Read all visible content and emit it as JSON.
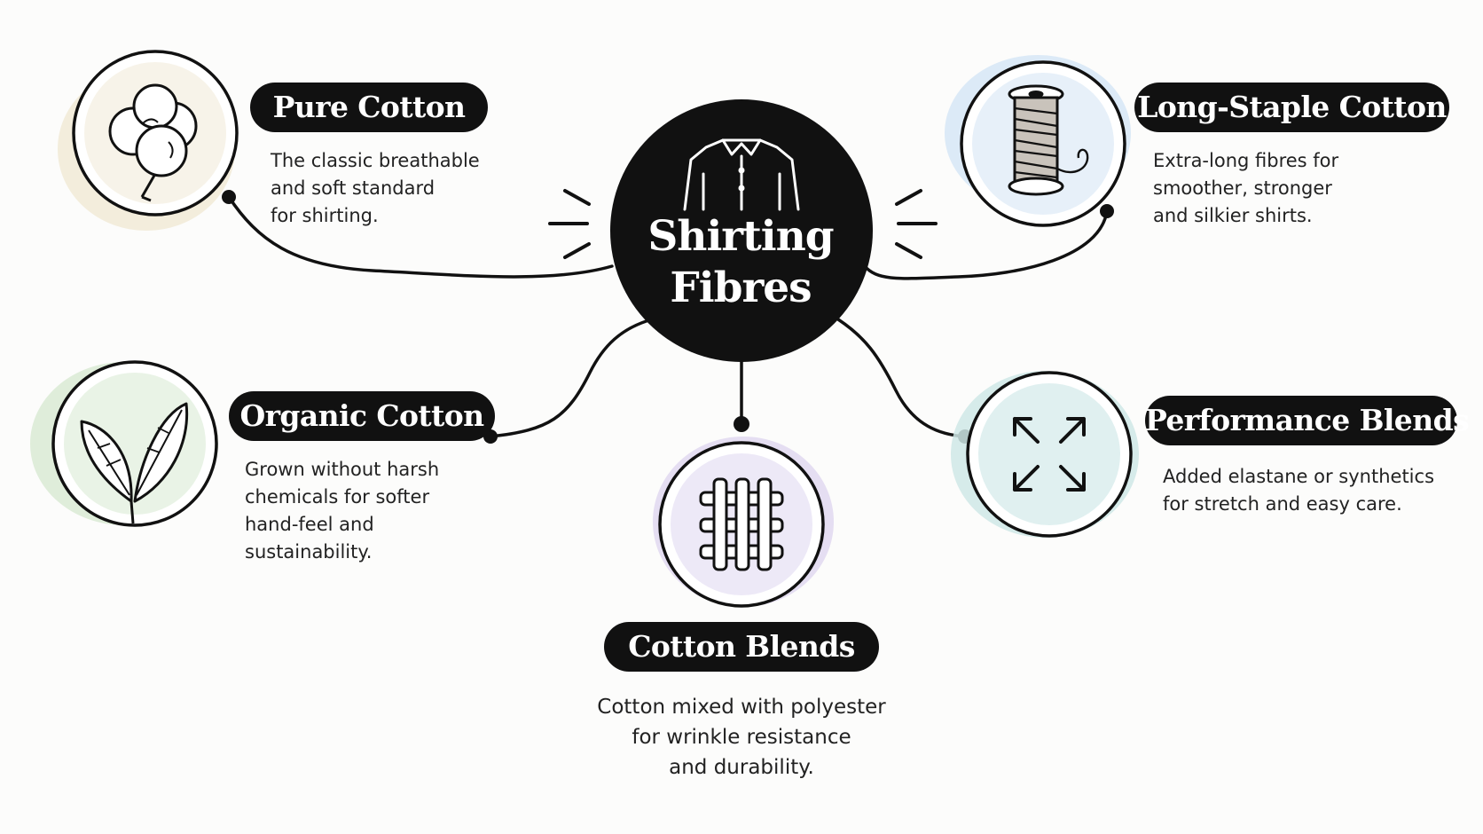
{
  "center": {
    "title_line1": "Shirting",
    "title_line2": "Fibres",
    "icon": "shirt-icon"
  },
  "nodes": {
    "pure_cotton": {
      "title": "Pure Cotton",
      "desc": [
        "The classic breathable",
        "and soft standard",
        "for shirting."
      ],
      "icon": "cotton-boll-icon",
      "wash": "#f1ead6"
    },
    "long_staple": {
      "title": "Long-Staple Cotton",
      "desc": [
        "Extra-long fibres for",
        "smoother, stronger",
        "and silkier shirts."
      ],
      "icon": "thread-spool-icon",
      "wash": "#d6e6f6"
    },
    "organic": {
      "title": "Organic Cotton",
      "desc": [
        "Grown without harsh",
        "chemicals for softer",
        "hand-feel and",
        "sustainability."
      ],
      "icon": "leaf-icon",
      "wash": "#d9ead3"
    },
    "blends": {
      "title": "Cotton Blends",
      "desc": [
        "Cotton mixed with polyester",
        "for wrinkle resistance",
        "and durability."
      ],
      "icon": "woven-fabric-icon",
      "wash": "#e0d8f0"
    },
    "performance": {
      "title": "Performance Blends",
      "desc": [
        "Added elastane or synthetics",
        "for stretch and easy care."
      ],
      "icon": "stretch-arrows-icon",
      "wash": "#cfe7e6"
    }
  }
}
